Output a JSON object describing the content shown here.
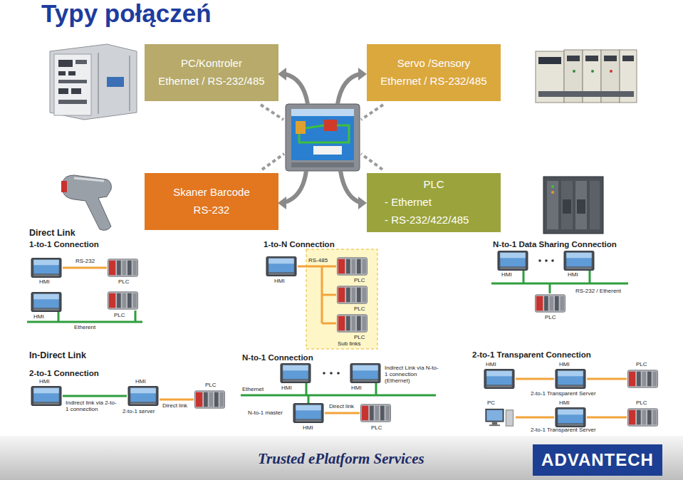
{
  "diagram": {
    "title": "Typy połączeń",
    "nodes": [
      {
        "text": [
          "PC/Kontroler",
          "Ethernet / RS-232/485"
        ]
      },
      {
        "text": [
          "Servo /Sensory",
          "Ethernet / RS-232/485"
        ]
      },
      {
        "text": [
          "Skaner Barcode",
          "RS-232"
        ]
      },
      {
        "text": [
          "PLC",
          "- Ethernet",
          "- RS-232/422/485"
        ]
      },
      {
        "text": [
          "ADVANTECH"
        ]
      }
    ],
    "labels": [
      "Direct Link",
      "1-to-1 Connection",
      "HMI",
      "RS-232",
      "PLC",
      "HMI",
      "PLC",
      "Etherent",
      "1-to-N Connection",
      "HMI",
      "RS-485",
      "PLC",
      "PLC",
      "PLC",
      "Sub links",
      "N-to-1 Data Sharing Connection",
      "HMI",
      "HMI",
      "RS-232 / Etherent",
      "PLC",
      "In-Direct Link",
      "2-to-1 Connection",
      "HMI",
      "HMI",
      "PLC",
      "Indirect link via 2-to-1 connection",
      "2-to-1 server",
      "Direct link",
      "N-to-1 Connection",
      "HMI",
      "HMI",
      "Ethernet",
      "Indirect Link via N-to-1 connection (Ethernet)",
      "N-to-1 master",
      "Direct link",
      "HMI",
      "PLC",
      "2-to-1 Transparent Connection",
      "HMI",
      "HMI",
      "PLC",
      "2-to-1 Transparent Server",
      "PC",
      "HMI",
      "PLC",
      "2-to-1 Transparent Server",
      "Trusted ePlatform Services"
    ]
  }
}
